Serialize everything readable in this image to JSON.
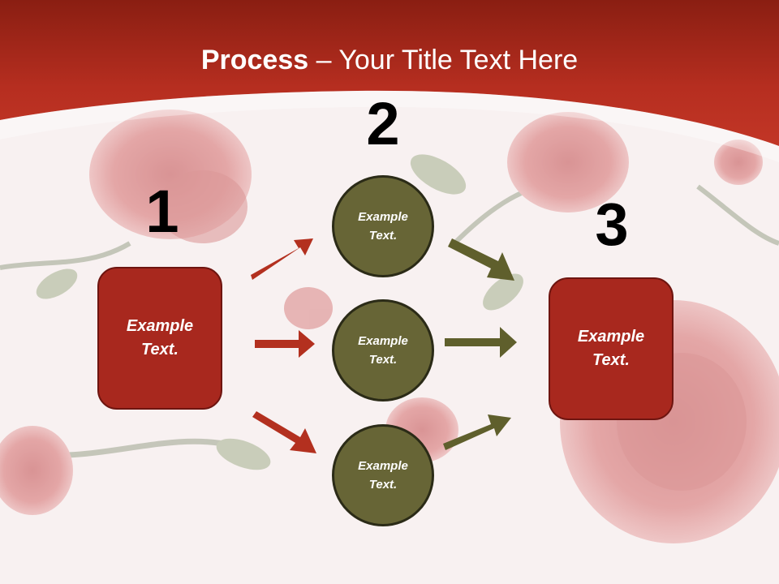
{
  "title": {
    "bold": "Process",
    "rest": " – Your Title Text Here"
  },
  "steps": [
    {
      "number": "1",
      "text": "Example Text."
    },
    {
      "number": "2",
      "items": [
        "Example Text.",
        "Example Text.",
        "Example Text."
      ]
    },
    {
      "number": "3",
      "text": "Example Text."
    }
  ],
  "colors": {
    "banner": "#b62e20",
    "box_fill": "#a8281e",
    "circle_fill": "#676536",
    "red_arrow": "#b3301f",
    "green_arrow": "#5f5f2c"
  }
}
